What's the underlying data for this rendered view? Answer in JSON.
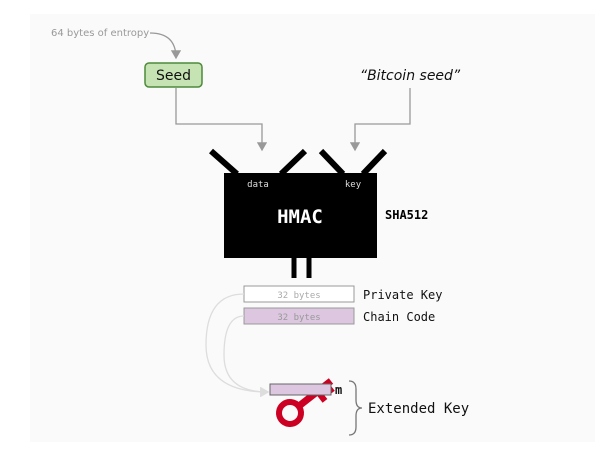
{
  "diagram": {
    "entropy_label": "64 bytes of entropy",
    "seed_label": "Seed",
    "bitcoin_seed_label": "“Bitcoin seed”",
    "hmac": {
      "title": "HMAC",
      "data_port": "data",
      "key_port": "key",
      "algorithm": "SHA512"
    },
    "outputs": [
      {
        "bytes_label": "32 bytes",
        "name": "Private Key",
        "color": "#ffffff"
      },
      {
        "bytes_label": "32 bytes",
        "name": "Chain Code",
        "color": "#dcc6e0"
      }
    ],
    "extended_key": {
      "level_label": "m",
      "label": "Extended Key",
      "key_icon": "key-icon",
      "key_color": "#cc0022"
    },
    "colors": {
      "seed_fill": "#c6e3b4",
      "seed_stroke": "#4d8a3a",
      "hmac_fill": "#000000",
      "chain_code_fill": "#dcc6e0",
      "arrow_gray": "#999999",
      "arrow_light": "#dddddd"
    }
  }
}
